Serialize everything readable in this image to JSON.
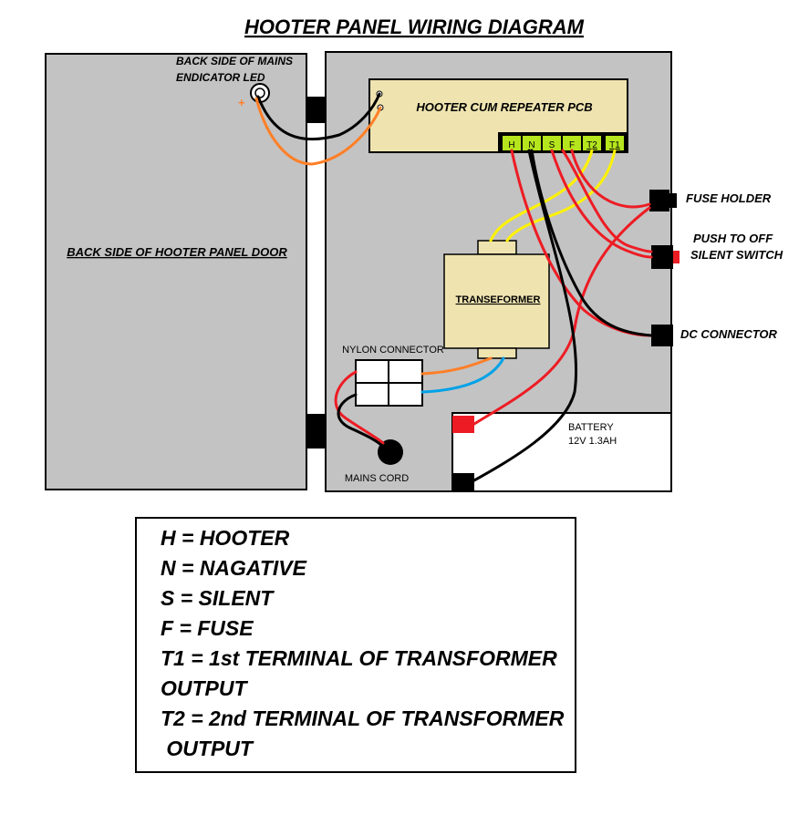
{
  "title": "HOOTER PANEL WIRING DIAGRAM",
  "labels": {
    "mains_led": [
      "BACK SIDE OF MAINS",
      "ENDICATOR LED"
    ],
    "led_plus": "+",
    "door": "BACK SIDE OF HOOTER PANEL DOOR",
    "pcb": "HOOTER CUM REPEATER PCB",
    "transformer": "TRANSEFORMER",
    "nylon_connector": "NYLON CONNECTOR",
    "mains_cord": "MAINS CORD",
    "fuse_holder": "FUSE HOLDER",
    "push_switch": [
      "PUSH TO OFF",
      "SILENT SWITCH"
    ],
    "dc_connector": "DC CONNECTOR",
    "battery": [
      "BATTERY",
      "12V 1.3AH"
    ]
  },
  "terminals": [
    "H",
    "N",
    "S",
    "F",
    "T2",
    "T1"
  ],
  "legend": [
    "H = HOOTER",
    "N = NAGATIVE",
    "S = SILENT",
    "F = FUSE",
    "T1 = 1st TERMINAL OF TRANSFORMER",
    "OUTPUT",
    "T2 = 2nd TERMINAL OF TRANSFORMER",
    " OUTPUT"
  ],
  "colors": {
    "panel": "#c3c3c3",
    "pcb": "#efe4b0",
    "terminal_block": "#b5e61d",
    "wire_red": "#ed1c24",
    "wire_black": "#000000",
    "wire_orange": "#ff7f27",
    "wire_yellow": "#fff200",
    "wire_blue": "#00a2e8"
  }
}
